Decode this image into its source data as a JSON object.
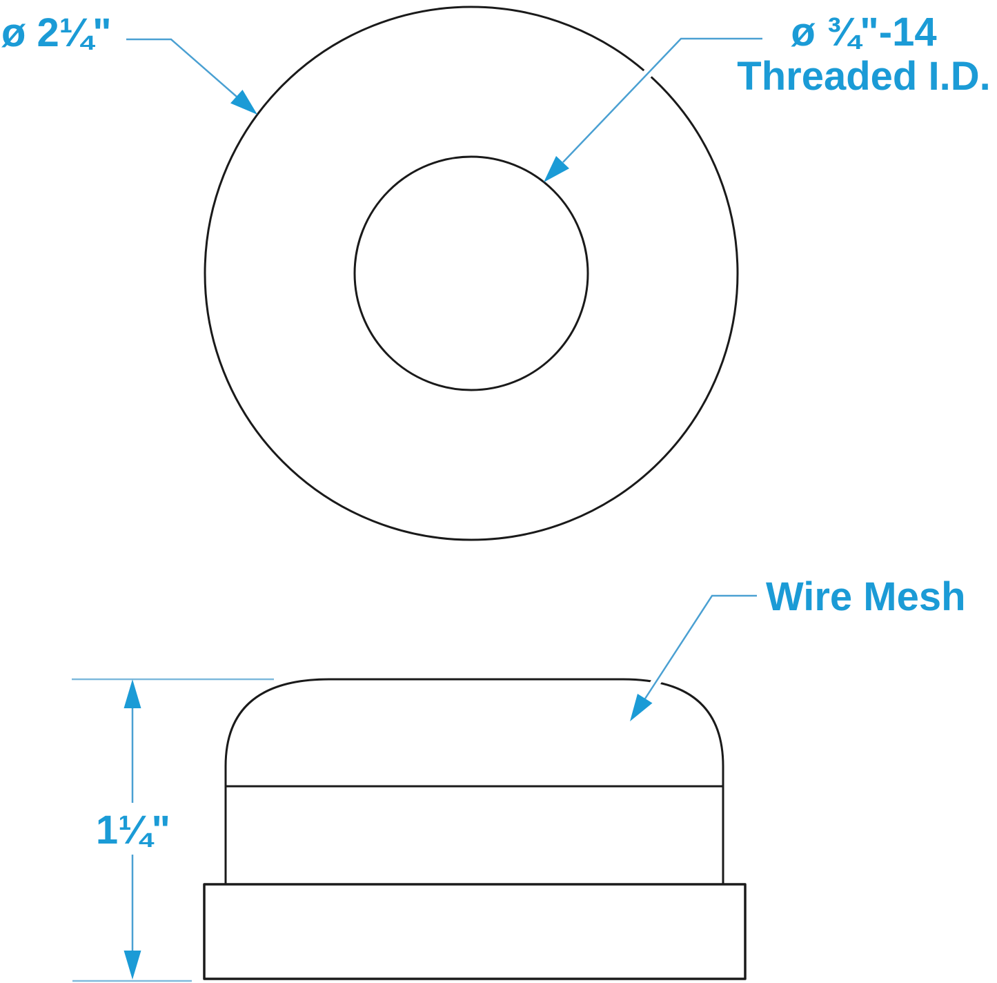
{
  "labels": {
    "outer_diameter": "ø 2¼\"",
    "inner_thread_line1": "ø ¾\"-14",
    "inner_thread_line2": "Threaded I.D.",
    "wire_mesh": "Wire Mesh",
    "height": "1¼\""
  },
  "colors": {
    "accent": "#1b9bd6",
    "leader": "#4aa0d2",
    "extension": "#7db9dc",
    "line": "#1a1a1a",
    "background": "#ffffff"
  }
}
